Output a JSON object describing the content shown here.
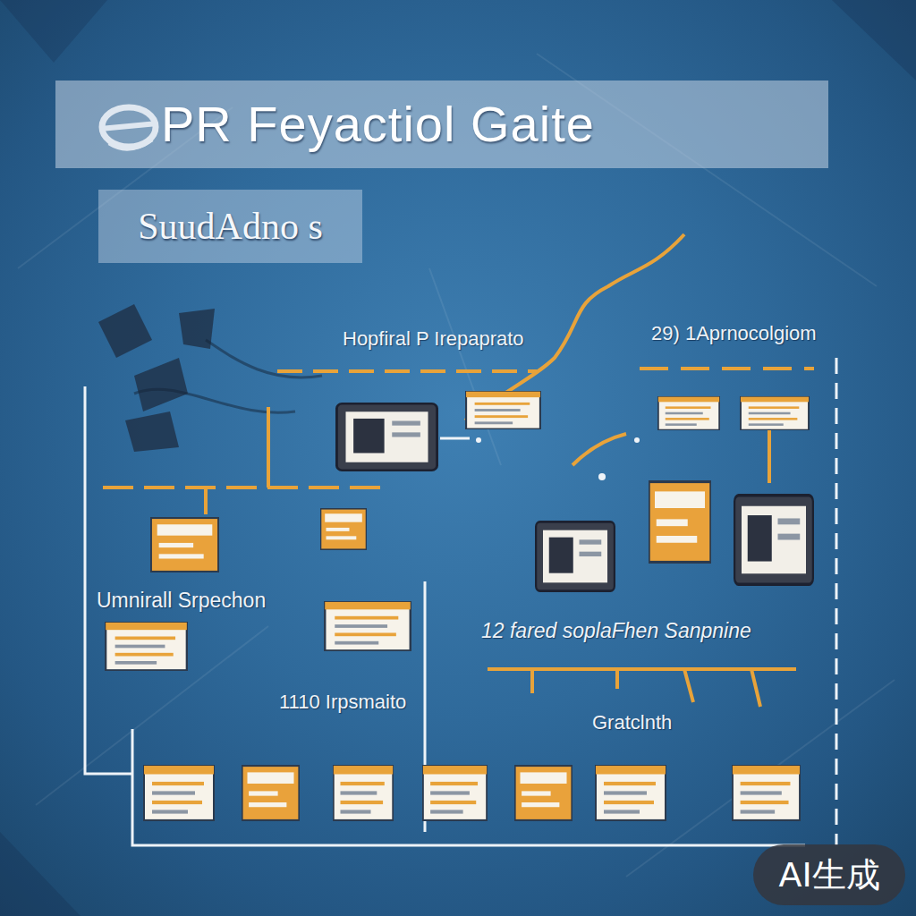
{
  "diagram": {
    "title": "PR Feyactiol Gaite",
    "nodes": [
      {
        "text": [
          "SuudAdno s"
        ]
      }
    ],
    "labels": [
      "Hopfiral P Irepaprato",
      "29) 1Aprnocolgiom",
      "Umnirall Srpechon",
      "12 fared soplaFhen Sanpnine",
      "1110 Irpsmaito",
      "Gratclnth",
      "AI生成"
    ]
  }
}
